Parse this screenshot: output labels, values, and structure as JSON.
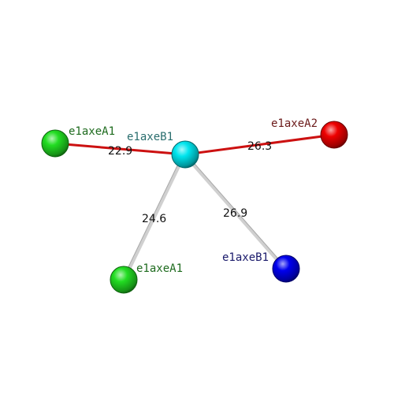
{
  "nodes": [
    {
      "id": "center",
      "label": "e1axeB1",
      "color": "#00e5ee",
      "label_color": "#2a6e6e"
    },
    {
      "id": "left",
      "label": "e1axeA1",
      "color": "#22dd22",
      "label_color": "#1e6b1e"
    },
    {
      "id": "right",
      "label": "e1axeA2",
      "color": "#ee0000",
      "label_color": "#6b1a1a"
    },
    {
      "id": "bottom-left",
      "label": "e1axeA1",
      "color": "#22dd22",
      "label_color": "#1e6b1e"
    },
    {
      "id": "bottom-right",
      "label": "e1axeB1",
      "color": "#0000ee",
      "label_color": "#1a1a6b"
    }
  ],
  "edges": [
    {
      "id": "center-left",
      "from": "center",
      "to": "left",
      "distance": "22.9",
      "color": "#cc1111"
    },
    {
      "id": "center-right",
      "from": "center",
      "to": "right",
      "distance": "26.3",
      "color": "#cc1111"
    },
    {
      "id": "center-bottom-left",
      "from": "center",
      "to": "bottom-left",
      "distance": "24.6",
      "color": "#d0d0d0"
    },
    {
      "id": "center-bottom-right",
      "from": "center",
      "to": "bottom-right",
      "distance": "26.9",
      "color": "#d0d0d0"
    }
  ]
}
